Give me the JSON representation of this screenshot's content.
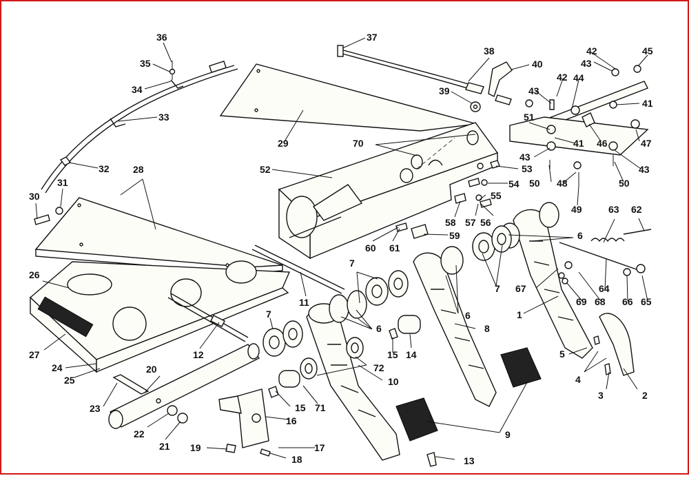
{
  "diagram": {
    "parts": {
      "p1": "1",
      "p2": "2",
      "p3": "3",
      "p4": "4",
      "p5": "5",
      "p6": "6",
      "p7": "7",
      "p8": "8",
      "p9": "9",
      "p10": "10",
      "p11": "11",
      "p12": "12",
      "p13": "13",
      "p14": "14",
      "p15": "15",
      "p16": "16",
      "p17": "17",
      "p18": "18",
      "p19": "19",
      "p20": "20",
      "p21": "21",
      "p22": "22",
      "p23": "23",
      "p24": "24",
      "p25": "25",
      "p26": "26",
      "p27": "27",
      "p28": "28",
      "p29": "29",
      "p30": "30",
      "p31": "31",
      "p32": "32",
      "p33": "33",
      "p34": "34",
      "p35": "35",
      "p36": "36",
      "p37": "37",
      "p38": "38",
      "p39": "39",
      "p40": "40",
      "p41": "41",
      "p42": "42",
      "p43": "43",
      "p44": "44",
      "p45": "45",
      "p46": "46",
      "p47": "47",
      "p48": "48",
      "p49": "49",
      "p50": "50",
      "p51": "51",
      "p52": "52",
      "p53": "53",
      "p54": "54",
      "p55": "55",
      "p56": "56",
      "p57": "57",
      "p58": "58",
      "p59": "59",
      "p60": "60",
      "p61": "61",
      "p62": "62",
      "p63": "63",
      "p64": "64",
      "p65": "65",
      "p66": "66",
      "p67": "67",
      "p68": "68",
      "p69": "69",
      "p70": "70",
      "p71": "71",
      "p72": "72"
    },
    "colors": {
      "line": "#111111",
      "paper": "#ffffff",
      "border": "#d01818",
      "fill": "#fdfdf8"
    }
  }
}
